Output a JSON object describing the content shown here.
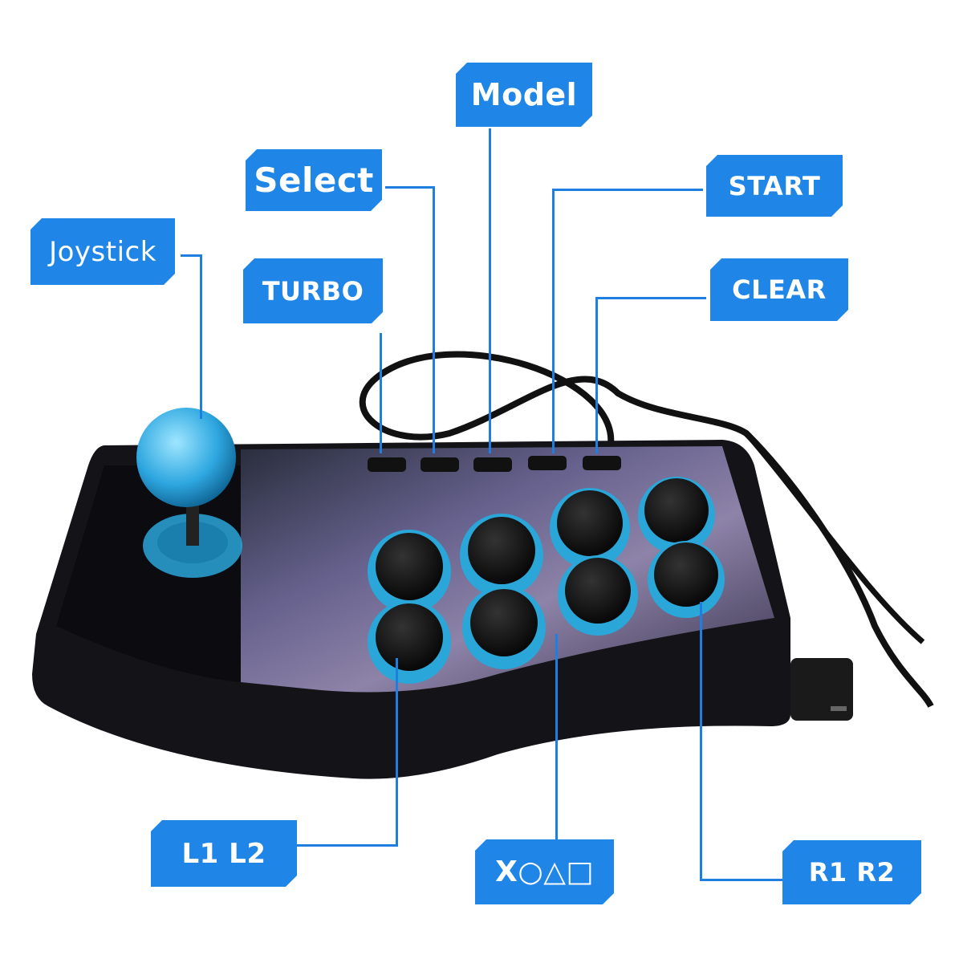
{
  "labels": {
    "model": "Model",
    "select": "Select",
    "start": "START",
    "joystick": "Joystick",
    "turbo": "TURBO",
    "clear": "CLEAR",
    "l1l2": "L1 L2",
    "face_buttons": "X○△□",
    "r1r2": "R1 R2"
  },
  "colors": {
    "label_bg": "#1f86e8",
    "leader_line": "#1f7fe0",
    "body": "#141418",
    "button_ring": "#2aa6d8",
    "joystick_ball": "#3fb8ee"
  }
}
